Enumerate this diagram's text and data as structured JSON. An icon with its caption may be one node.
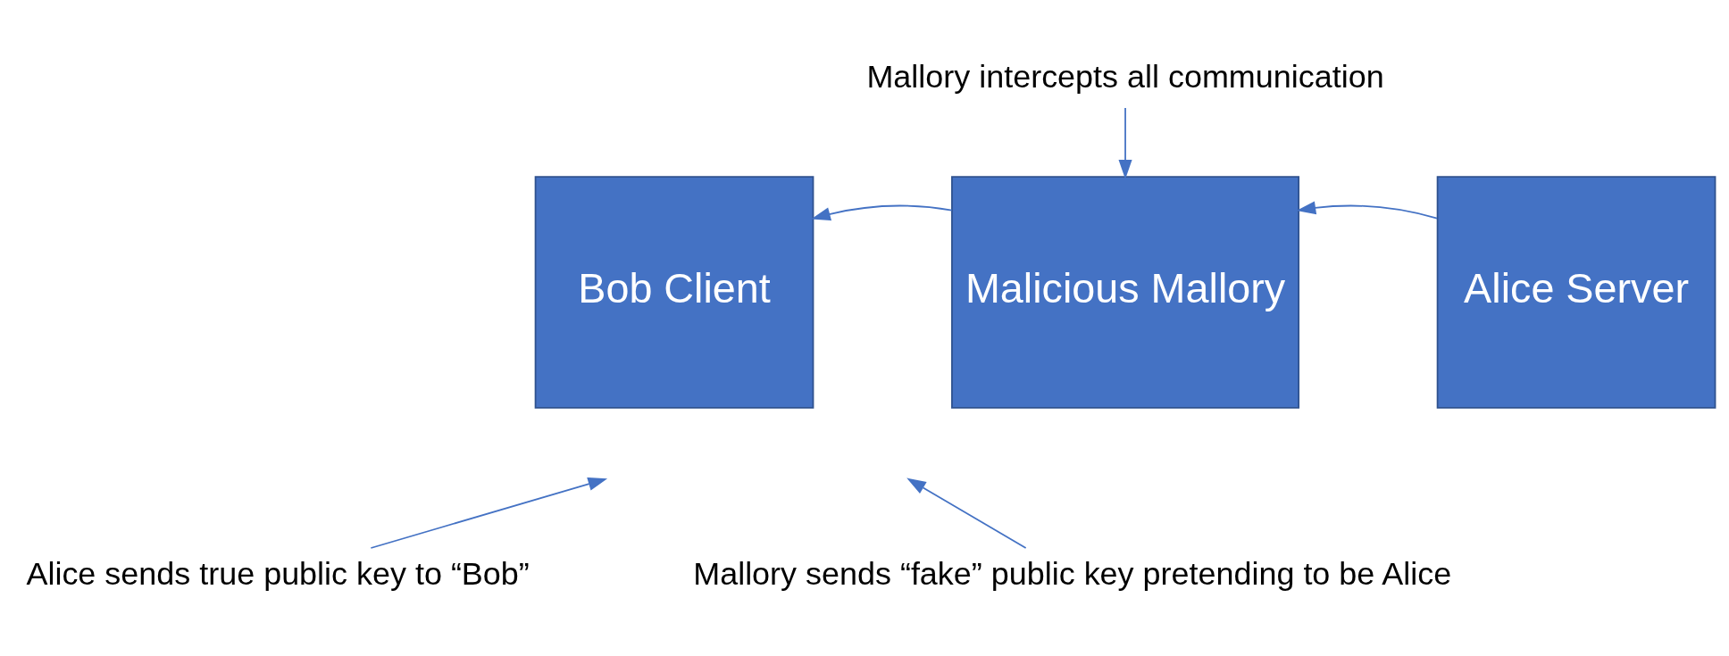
{
  "diagram": {
    "nodes": [
      {
        "text": [
          "Mallory intercepts all communication"
        ]
      },
      {
        "text": [
          "Bob Client"
        ]
      },
      {
        "text": [
          "Malicious Mallory"
        ]
      },
      {
        "text": [
          "Alice Server"
        ]
      },
      {
        "text": [
          "Alice sends true public key to “Bob”"
        ]
      },
      {
        "text": [
          "Mallory sends “fake” public key pretending to be Alice"
        ]
      }
    ],
    "edges": [
      {
        "from": 0,
        "to": 2,
        "arrow": "to"
      },
      {
        "from": 2,
        "to": 1,
        "arrow": "to"
      },
      {
        "from": 3,
        "to": 2,
        "arrow": "to"
      },
      {
        "from": 4,
        "to": null,
        "arrow": "to"
      },
      {
        "from": 5,
        "to": null,
        "arrow": "to"
      }
    ]
  }
}
